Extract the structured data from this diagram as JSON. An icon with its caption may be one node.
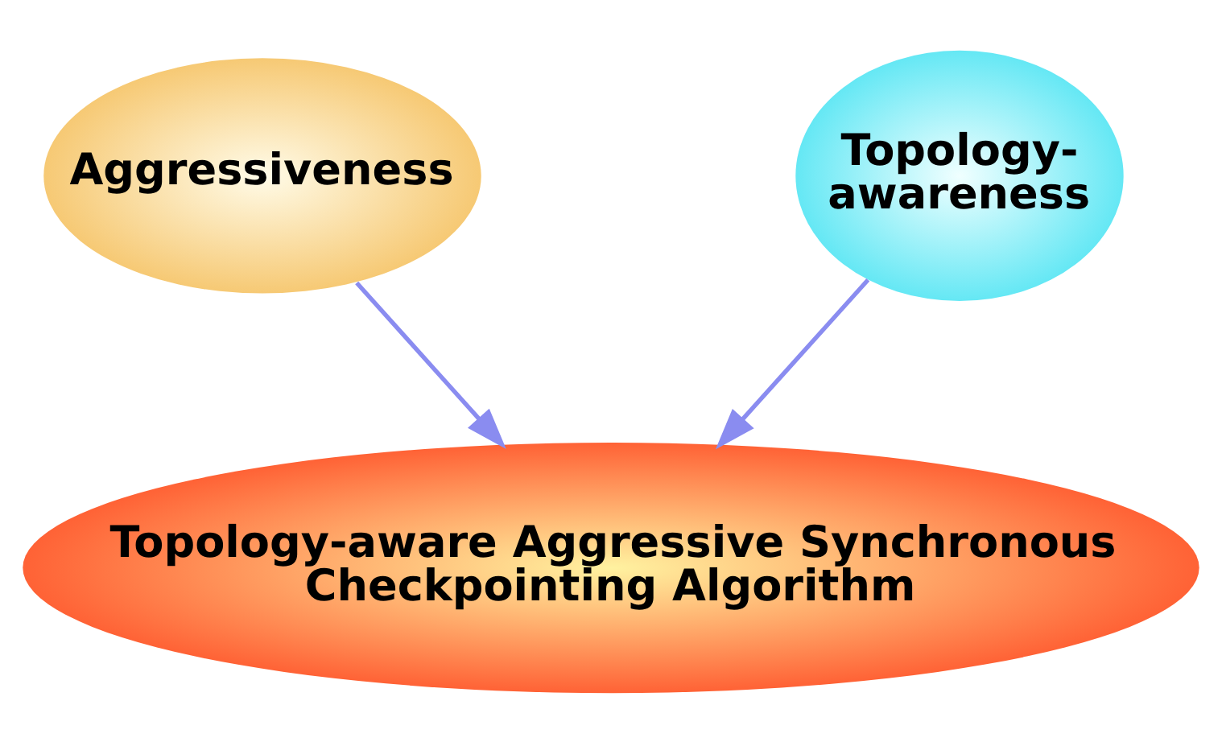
{
  "diagram": {
    "nodes": [
      {
        "text": [
          "Aggressiveness"
        ]
      },
      {
        "text": [
          "Topology- awareness"
        ]
      },
      {
        "text": [
          "Topology-aware Aggressive Synchronous Checkpointing Algorithm"
        ]
      }
    ],
    "edges": [
      {
        "from": 0,
        "to": 2,
        "arrow": "to"
      },
      {
        "from": 1,
        "to": 2,
        "arrow": "to"
      }
    ]
  }
}
